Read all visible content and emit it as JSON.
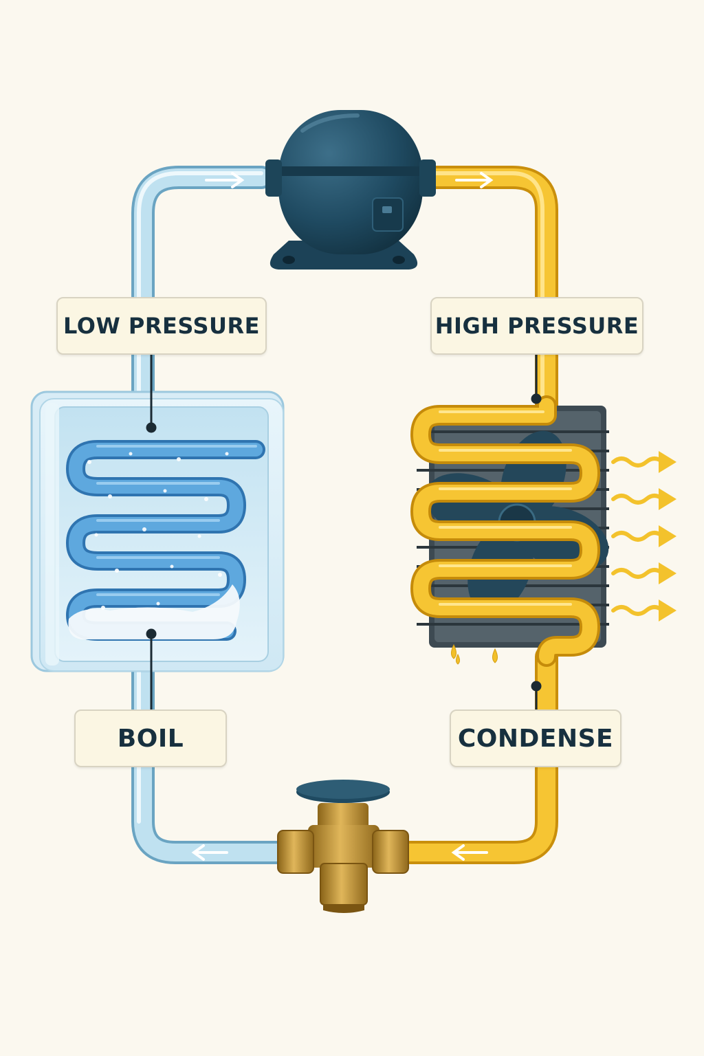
{
  "labels": {
    "low_pressure": "LOW PRESSURE",
    "high_pressure": "HIGH PRESSURE",
    "boil": "BOIL",
    "condense": "CONDENSE"
  },
  "colors": {
    "low_pressure_pipe": "#a9d4e8",
    "high_pressure_pipe": "#f3bf2a",
    "compressor": "#1f4a61",
    "valve": "#b98b2e",
    "evaporator_coil": "#4a93cf",
    "heat_arrows": "#f6c531"
  },
  "icons": {
    "compressor": "compressor-icon",
    "expansion_valve": "expansion-valve-icon",
    "evaporator": "evaporator-coil-icon",
    "condenser": "condenser-fan-icon"
  }
}
